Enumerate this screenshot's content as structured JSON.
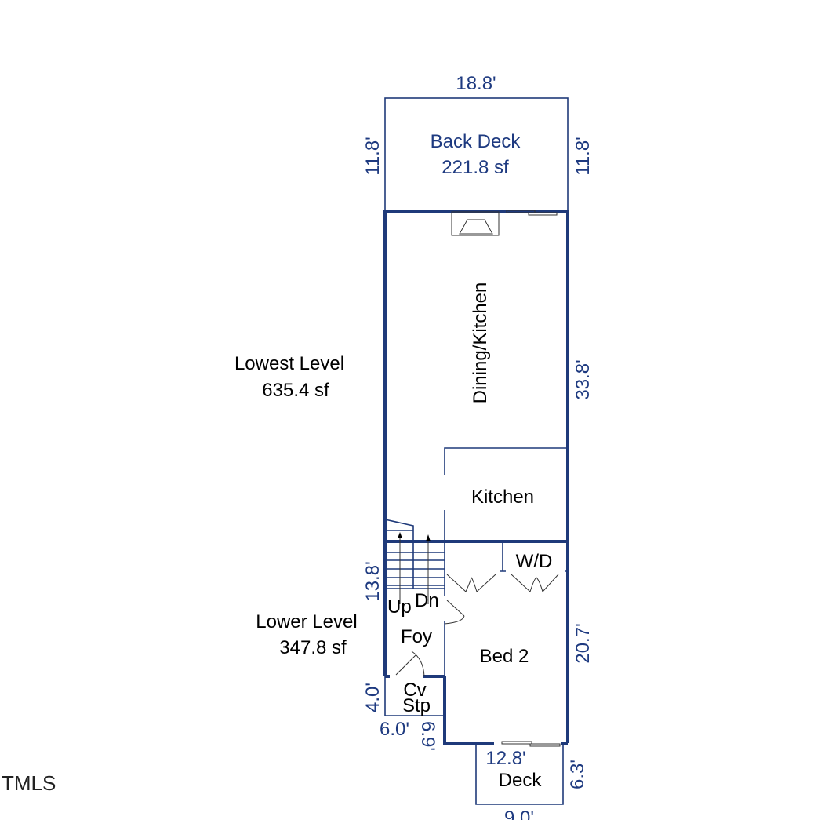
{
  "dimensions": {
    "back_deck_width": "18.8'",
    "back_deck_left": "11.8'",
    "back_deck_right": "11.8'",
    "lowest_level_right": "33.8'",
    "lower_level_left": "13.8'",
    "lower_level_right": "20.7'",
    "cv_stp_left": "4.0'",
    "cv_stp_bottom": "6.0'",
    "cv_stp_right": "6.9'",
    "deck_top": "12.8'",
    "deck_right": "6.3'",
    "deck_bottom": "9.0'"
  },
  "rooms": {
    "back_deck": {
      "name": "Back Deck",
      "area": "221.8 sf"
    },
    "dining_kitchen": "Dining/Kitchen",
    "kitchen": "Kitchen",
    "wd": "W/D",
    "up": "Up",
    "dn": "Dn",
    "foyer": "Foy",
    "bed2": "Bed 2",
    "cv": "Cv",
    "stp": "Stp",
    "deck": "Deck"
  },
  "levels": {
    "lowest": {
      "name": "Lowest Level",
      "area": "635.4 sf"
    },
    "lower": {
      "name": "Lower Level",
      "area": "347.8 sf"
    }
  },
  "watermark": "TMLS",
  "colors": {
    "wall": "#1f3a7a",
    "dimension_text": "#1e3a80"
  }
}
